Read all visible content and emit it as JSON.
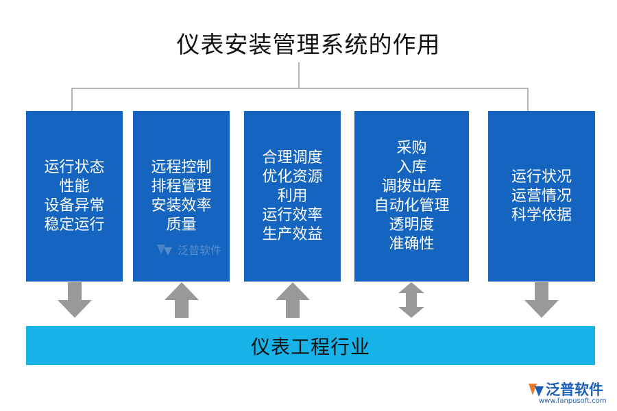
{
  "title": "仪表安装管理系统的作用",
  "boxes": [
    {
      "lines": [
        "运行状态",
        "性能",
        "设备异常",
        "稳定运行"
      ],
      "arrow": "down"
    },
    {
      "lines": [
        "远程控制",
        "排程管理",
        "安装效率",
        "质量"
      ],
      "arrow": "up"
    },
    {
      "lines": [
        "合理调度",
        "优化资源",
        "利用",
        "运行效率",
        "生产效益"
      ],
      "arrow": "up"
    },
    {
      "lines": [
        "采购",
        "入库",
        "调拨出库",
        "自动化管理",
        "透明度",
        "准确性"
      ],
      "arrow": "both"
    },
    {
      "lines": [
        "运行状况",
        "运营情况",
        "科学依据"
      ],
      "arrow": "down"
    }
  ],
  "industry": "仪表工程行业",
  "watermark": "泛普软件",
  "logo": {
    "name": "泛普软件",
    "url": "www.fanpusoft.com"
  },
  "colors": {
    "box": "#1565c0",
    "bar": "#16b2e8",
    "arrow": "#999999",
    "connector": "#b3b3b3"
  }
}
